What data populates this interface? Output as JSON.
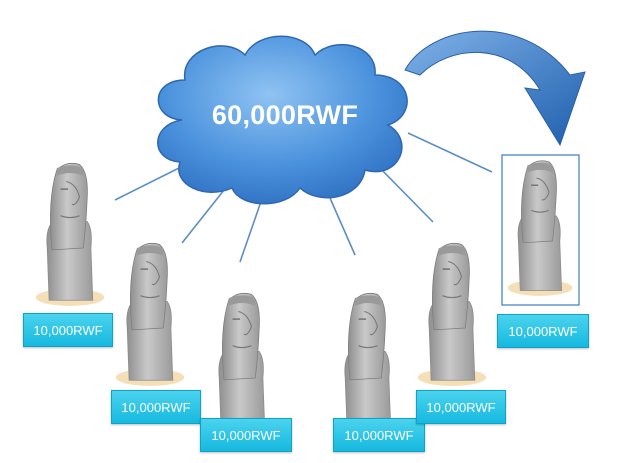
{
  "cloud": {
    "amount": "60,000RWF",
    "fill": "#4a8fd8"
  },
  "statue_amounts": [
    "10,000RWF",
    "10,000RWF",
    "10,000RWF",
    "10,000RWF",
    "10,000RWF",
    "10,000RWF"
  ],
  "colors": {
    "box_fill": "#1cbfe6",
    "arrow": "#2f6fba",
    "connector": "#5a8fc4",
    "statue": "#a9a9a9",
    "base": "#f3dcb0"
  }
}
